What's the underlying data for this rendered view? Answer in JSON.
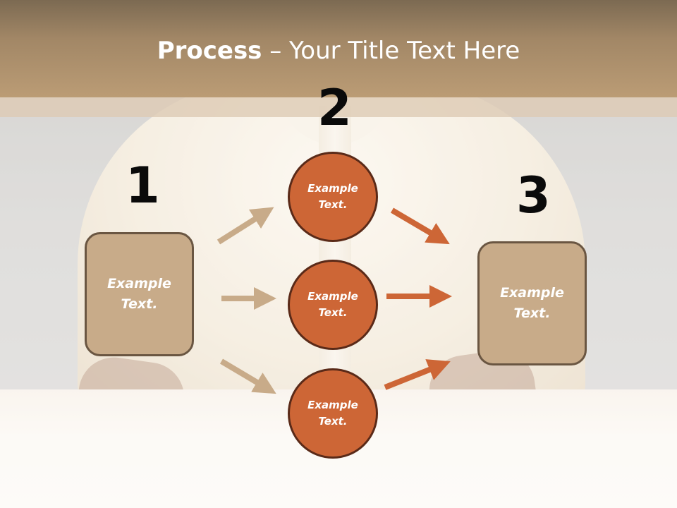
{
  "title": {
    "bold": "Process",
    "rest": " – Your Title Text Here"
  },
  "numbers": {
    "one": "1",
    "two": "2",
    "three": "3"
  },
  "left_box": {
    "line1": "Example",
    "line2": "Text."
  },
  "right_box": {
    "line1": "Example",
    "line2": "Text."
  },
  "circles": [
    {
      "line1": "Example",
      "line2": "Text."
    },
    {
      "line1": "Example",
      "line2": "Text."
    },
    {
      "line1": "Example",
      "line2": "Text."
    }
  ],
  "colors": {
    "box_fill": "#c8ab89",
    "circle_fill": "#cd6636",
    "left_arrow": "#c8ab89",
    "right_arrow": "#cd6636",
    "title_bar": "#a28766"
  }
}
